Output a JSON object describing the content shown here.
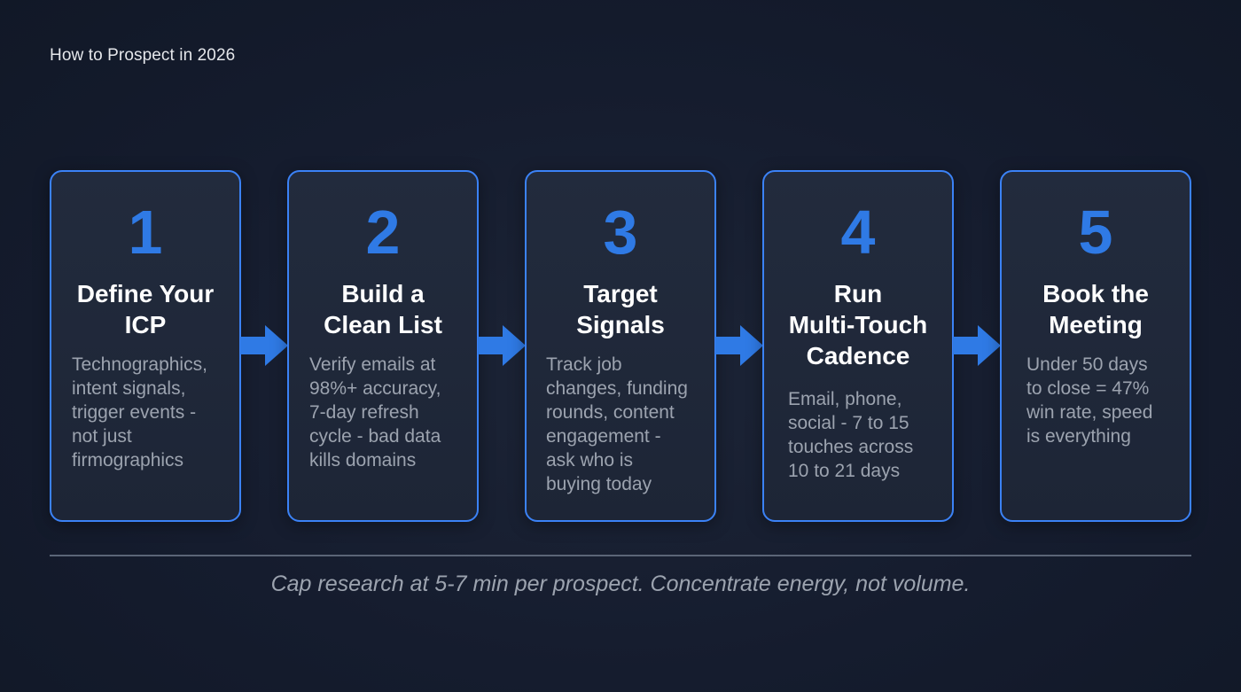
{
  "header": {
    "title": "How to Prospect in 2026"
  },
  "colors": {
    "background": "#151c2e",
    "card_background": "#1f2738",
    "accent": "#3b82f6",
    "number": "#2f7ae5",
    "title_text": "#ffffff",
    "body_text": "#9ca3af",
    "divider": "#5b6577"
  },
  "steps": [
    {
      "number": "1",
      "title": "Define Your\nICP",
      "description": "Technographics,\nintent signals,\ntrigger events -\nnot just\nfirmographics"
    },
    {
      "number": "2",
      "title": "Build a\nClean List",
      "description": "Verify emails at\n98%+ accuracy,\n7-day refresh\ncycle - bad data\nkills domains"
    },
    {
      "number": "3",
      "title": "Target\nSignals",
      "description": "Track job\nchanges, funding\nrounds, content\nengagement -\nask who is\nbuying today"
    },
    {
      "number": "4",
      "title": "Run\nMulti-Touch\nCadence",
      "description": "Email, phone,\nsocial - 7 to 15\ntouches across\n10 to 21 days"
    },
    {
      "number": "5",
      "title": "Book the\nMeeting",
      "description": "Under 50 days\nto close = 47%\nwin rate, speed\nis everything"
    }
  ],
  "connectors": [
    {
      "icon": "arrow-right-icon"
    },
    {
      "icon": "arrow-right-icon"
    },
    {
      "icon": "arrow-right-icon"
    },
    {
      "icon": "arrow-right-icon"
    }
  ],
  "footer": {
    "note": "Cap research at 5-7 min per prospect. Concentrate energy, not volume."
  }
}
